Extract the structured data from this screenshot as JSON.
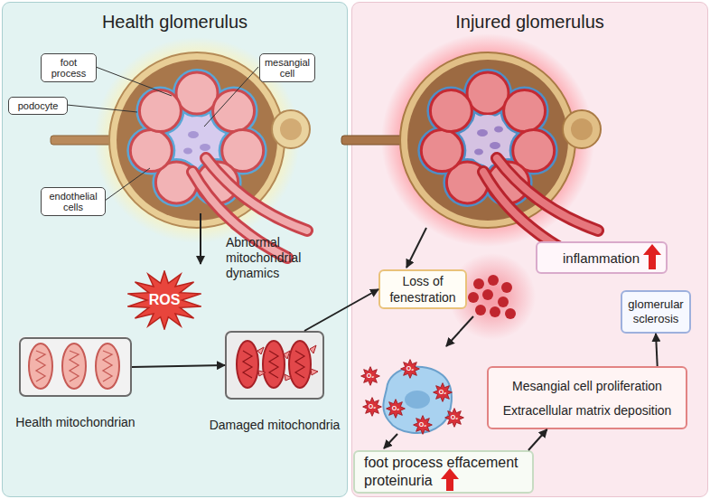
{
  "diagram": {
    "nodes": [
      {
        "text": [
          "Health glomerulus"
        ]
      },
      {
        "text": [
          "Injured glomerulus"
        ]
      },
      {
        "text": [
          "foot process"
        ],
        "in": 0
      },
      {
        "text": [
          "mesangial cell"
        ],
        "in": 0
      },
      {
        "text": [
          "podocyte"
        ],
        "in": 0
      },
      {
        "text": [
          "endothelial cells"
        ],
        "in": 0
      },
      {
        "text": [
          "ROS"
        ],
        "in": 0
      },
      {
        "text": [
          "Health mitochondrian"
        ],
        "in": 0
      },
      {
        "text": [
          "Damaged mitochondria"
        ],
        "in": 0
      },
      {
        "text": [
          "Loss of fenestration"
        ],
        "in": 1
      },
      {
        "text": [
          "inflammation"
        ],
        "in": 1
      },
      {
        "text": [
          "glomerular sclerosis"
        ],
        "in": 1
      },
      {
        "text": [
          "Mesangial cell proliferation",
          "Extracellular matrix deposition"
        ],
        "in": 1
      },
      {
        "text": [
          "foot process effacement",
          "proteinuria"
        ],
        "in": 1
      }
    ],
    "edges": [
      {
        "from": 7,
        "to": 8,
        "arrow": "to"
      },
      {
        "from": 8,
        "to": 9,
        "arrow": "to"
      },
      {
        "from": 13,
        "to": 12,
        "arrow": "to"
      },
      {
        "from": 12,
        "to": 11,
        "arrow": "to"
      }
    ],
    "labels": [
      "Abnormal mitochondrial dynamics",
      "O₂",
      "O₂",
      "O₂",
      "O₂",
      "O₂",
      "O₂",
      "O₂"
    ]
  }
}
